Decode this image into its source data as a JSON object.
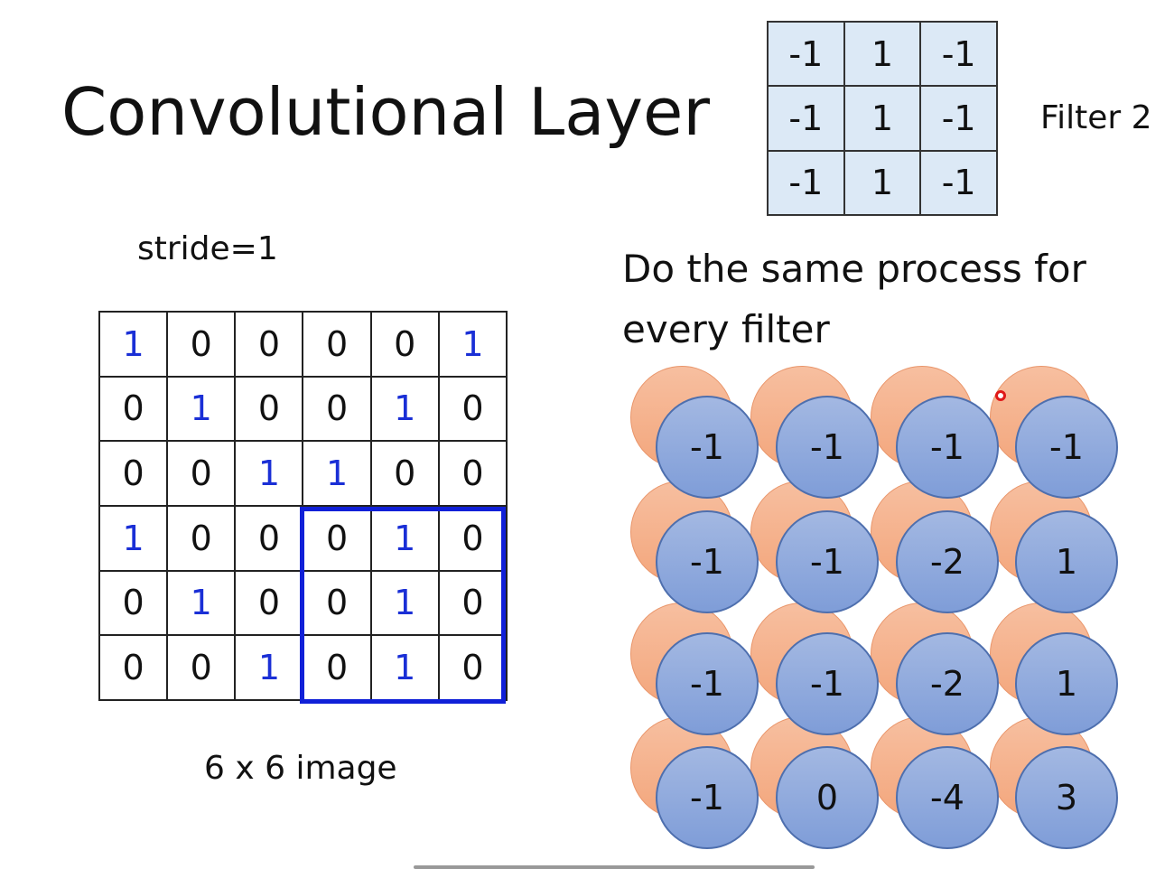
{
  "title": "Convolutional Layer",
  "filter": {
    "label": "Filter 2",
    "values": [
      [
        -1,
        1,
        -1
      ],
      [
        -1,
        1,
        -1
      ],
      [
        -1,
        1,
        -1
      ]
    ],
    "cell_color": "#dce9f6"
  },
  "stride_label": "stride=1",
  "image": {
    "caption": "6 x 6 image",
    "values": [
      [
        1,
        0,
        0,
        0,
        0,
        1
      ],
      [
        0,
        1,
        0,
        0,
        1,
        0
      ],
      [
        0,
        0,
        1,
        1,
        0,
        0
      ],
      [
        1,
        0,
        0,
        0,
        1,
        0
      ],
      [
        0,
        1,
        0,
        0,
        1,
        0
      ],
      [
        0,
        0,
        1,
        0,
        1,
        0
      ]
    ],
    "highlight_color": "#1020d8",
    "one_color": "#1a2fd6"
  },
  "description": {
    "line1": "Do the same process for",
    "line2": "every filter"
  },
  "feature_map": {
    "values": [
      [
        -1,
        -1,
        -1,
        -1
      ],
      [
        -1,
        -1,
        -2,
        1
      ],
      [
        -1,
        -1,
        -2,
        1
      ],
      [
        -1,
        0,
        -4,
        3
      ]
    ],
    "front_color": "#8fa9dd",
    "back_color": "#f5b08a"
  }
}
